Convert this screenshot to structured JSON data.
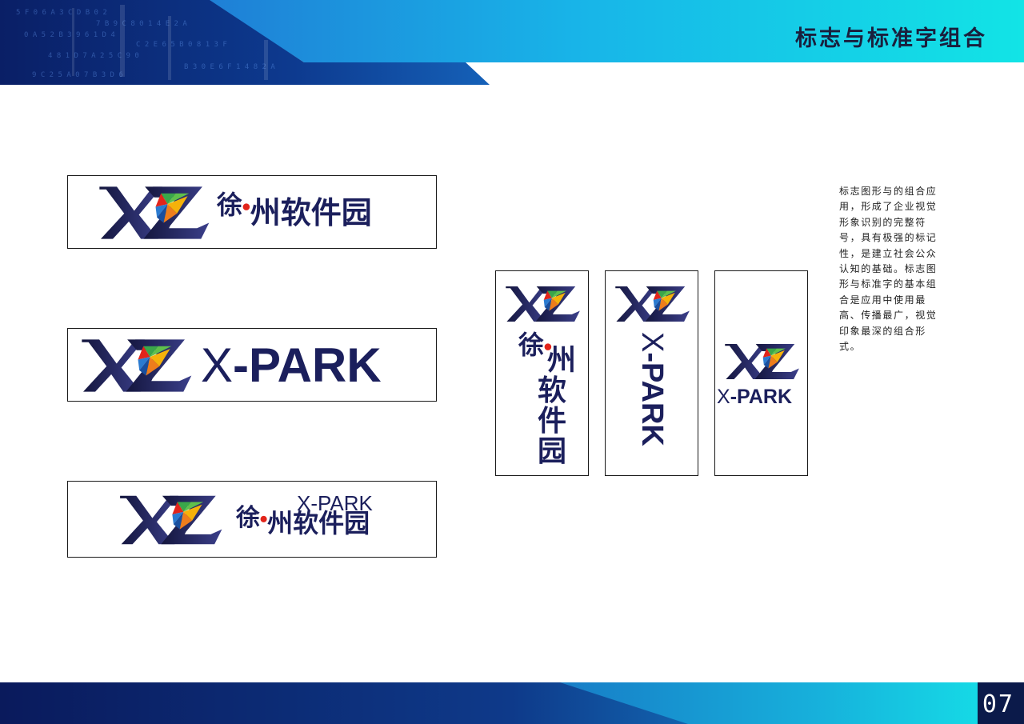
{
  "header": {
    "title": "标志与标准字组合"
  },
  "lockups": {
    "cn_name_prefix": "徐",
    "cn_name_suffix": "州软件园",
    "en_x": "X",
    "en_rest": "-PARK",
    "v_cn_chars": [
      "州",
      "软",
      "件",
      "园"
    ]
  },
  "brand_colors": {
    "navy": "#1b1f5c",
    "red": "#e2241a",
    "green": "#3aa64a",
    "blue": "#2b7bd0",
    "yellow": "#f5b20a",
    "orange": "#ee7d1c"
  },
  "description": {
    "text": "标志图形与的组合应用，形成了企业视觉形象识别的完整符号，具有极强的标记性，是建立社会公众认知的基础。标志图形与标准字的基本组合是应用中使用最高、传播最广，视觉印象最深的组合形式。"
  },
  "footer": {
    "page_number": "07"
  }
}
